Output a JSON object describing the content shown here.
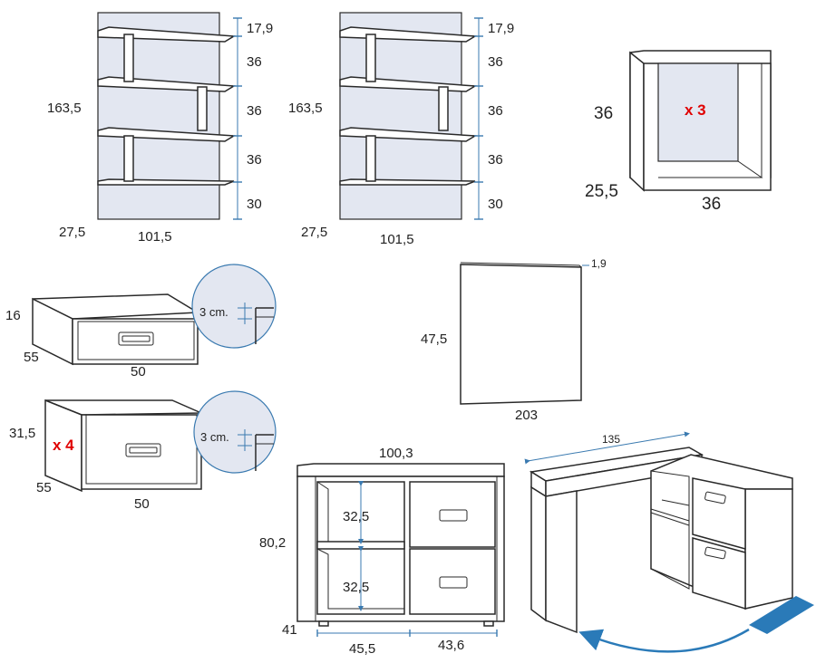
{
  "shelves": {
    "height": "163,5",
    "width": "101,5",
    "depth": "27,5",
    "spacings": [
      "17,9",
      "36",
      "36",
      "36",
      "30"
    ]
  },
  "cube": {
    "height": "36",
    "depth": "25,5",
    "width": "36",
    "quantity": "x 3"
  },
  "drawer_small": {
    "height": "16",
    "depth": "55",
    "width": "50",
    "detail": "3 cm."
  },
  "drawer_large": {
    "height": "31,5",
    "depth": "55",
    "width": "50",
    "detail": "3 cm.",
    "quantity": "x 4"
  },
  "panel": {
    "height": "47,5",
    "width": "203",
    "thickness": "1,9"
  },
  "desk_unit": {
    "width": "100,3",
    "height": "80,2",
    "depth": "41",
    "cell1": "32,5",
    "cell2": "32,5",
    "bottom_left": "45,5",
    "bottom_right": "43,6"
  },
  "corner_desk": {
    "top_length": "135"
  },
  "colors": {
    "wall": "#e3e7f1",
    "dimension_blue": "#3a7ab0",
    "quantity_red": "#e00000",
    "arrow_blue": "#2a7ab8"
  }
}
